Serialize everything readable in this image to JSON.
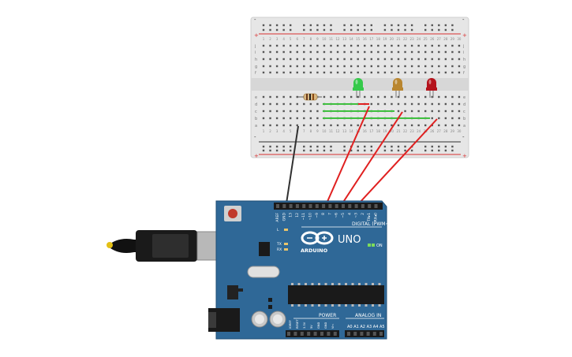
{
  "breadboard": {
    "rail_plus": "+",
    "rail_minus": "-",
    "row_labels_top": [
      "j",
      "i",
      "h",
      "g",
      "f"
    ],
    "row_labels_bottom": [
      "e",
      "d",
      "c",
      "b",
      "a"
    ],
    "column_numbers": [
      "1",
      "2",
      "3",
      "4",
      "5",
      "6",
      "7",
      "8",
      "9",
      "10",
      "11",
      "12",
      "13",
      "14",
      "15",
      "16",
      "17",
      "18",
      "19",
      "20",
      "21",
      "22",
      "23",
      "24",
      "25",
      "26",
      "27",
      "28",
      "29",
      "30"
    ]
  },
  "leds": [
    {
      "name": "green-led",
      "color": "#35c94a"
    },
    {
      "name": "yellow-led",
      "color": "#b9862f"
    },
    {
      "name": "red-led",
      "color": "#b4121b"
    }
  ],
  "arduino": {
    "logo": "ARDUINO",
    "model": "UNO",
    "digital_label": "DIGITAL (PWM~)",
    "power_label": "POWER",
    "analog_label": "ANALOG IN",
    "on_label": "ON",
    "led_labels": [
      "L",
      "TX",
      "RX"
    ],
    "top_pin_labels": [
      "AREF",
      "GND",
      "13",
      "12",
      "~11",
      "~10",
      "~9",
      "8",
      "7",
      "~6",
      "~5",
      "4",
      "~3",
      "2",
      "TX▸1",
      "RX◂0"
    ],
    "power_pin_labels": [
      "IOREF",
      "RESET",
      "3.3V",
      "5V",
      "GND",
      "GND",
      "Vin"
    ],
    "analog_pin_labels": [
      "A0",
      "A1",
      "A2",
      "A3",
      "A4",
      "A5"
    ]
  },
  "colors": {
    "board": "#2f6897",
    "board_dark": "#1f4e74",
    "wire_red": "#e02020",
    "wire_black": "#303030",
    "wire_green": "#3fbf3f",
    "breadboard": "#e4e4e4"
  }
}
